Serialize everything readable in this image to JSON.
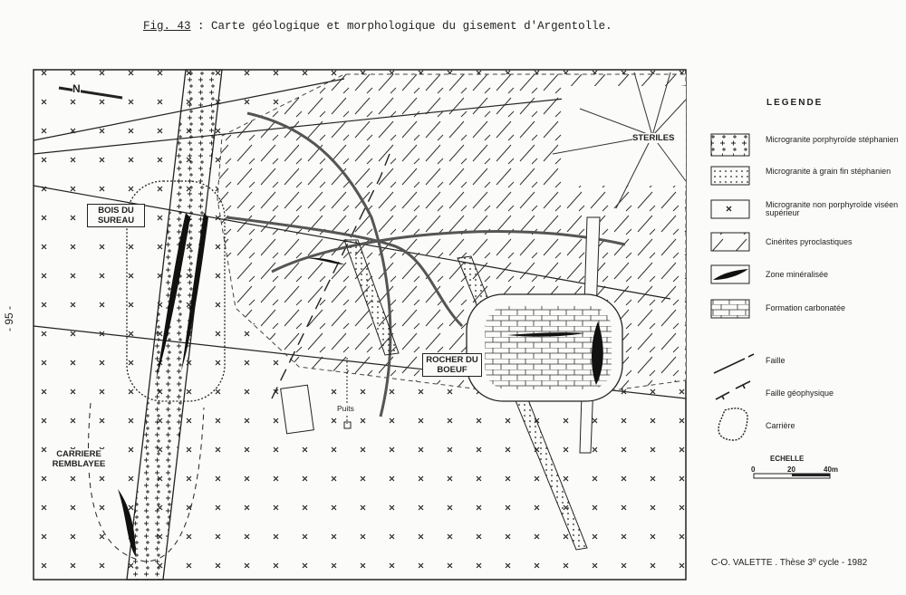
{
  "title": {
    "fig": "Fig. 43",
    "text": " : Carte géologique et morphologique du gisement d'Argentolle."
  },
  "page_number": "- 95 -",
  "map": {
    "north": "N",
    "labels": {
      "steriles": "STERILES",
      "bois_du_sureau": "BOIS DU SUREAU",
      "rocher_du_boeuf": "ROCHER DU BOEUF",
      "puits": "Puits",
      "carriere_remblayee": "CARRIERE REMBLAYEE"
    }
  },
  "legend": {
    "title": "LEGENDE",
    "items": [
      {
        "symbol": "plus-pattern",
        "label": "Microgranite porphyroïde stéphanien"
      },
      {
        "symbol": "dot-pattern",
        "label": "Microgranite à grain fin stéphanien"
      },
      {
        "symbol": "cross-pattern",
        "label": "Microgranite non porphyroïde viséen supérieur"
      },
      {
        "symbol": "hatch-pattern",
        "label": "Cinérites pyroclastiques"
      },
      {
        "symbol": "black-lens",
        "label": "Zone minéralisée"
      },
      {
        "symbol": "brick-pattern",
        "label": "Formation carbonatée"
      },
      {
        "symbol": "solid-dashed-line",
        "label": "Faille"
      },
      {
        "symbol": "ticked-dashed-line",
        "label": "Faille géophysique"
      },
      {
        "symbol": "hachured-outline",
        "label": "Carrière"
      }
    ],
    "scale": {
      "title": "ECHELLE",
      "ticks": [
        "0",
        "20",
        "40m"
      ]
    }
  },
  "credit": "C-O. VALETTE . Thèse 3º cycle - 1982"
}
